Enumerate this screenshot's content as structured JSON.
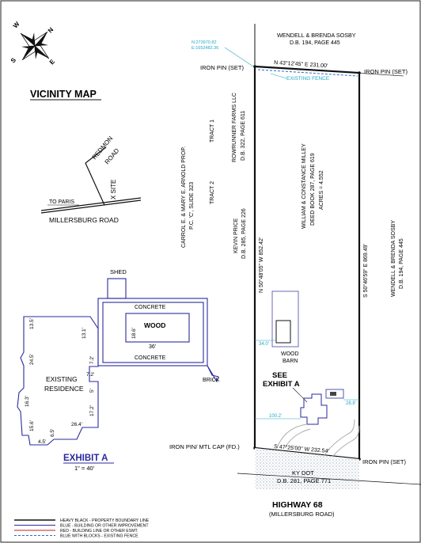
{
  "compass": {
    "n": "N",
    "s": "S",
    "e": "E",
    "w": "W"
  },
  "vicinity": {
    "title": "VICINITY MAP",
    "road_redmon_1": "REDMON",
    "road_redmon_2": "ROAD",
    "site": "X SITE",
    "to_paris": "TO PARIS",
    "millersburg": "MILLERSBURG ROAD"
  },
  "coords": {
    "n": "N:273970.82",
    "e": "E:1652482.36"
  },
  "owners": {
    "north_1": "WENDELL & BRENDA SOSBY",
    "north_2": "D.B. 194, PAGE 445",
    "east_1": "WENDELL & BRENDA SOSBY",
    "east_2": "D.B. 194, PAGE 445",
    "rowrunner_1": "ROWRUNNER FARMS LLC",
    "rowrunner_2": "D.B. 322, PAGE 611",
    "tract1": "TRACT 1",
    "tract2": "TRACT 2",
    "arnold_1": "CARROL E. & MARY E. ARNOLD PROP.",
    "arnold_2": "P.C. 'C', SLIDE 323",
    "price_1": "KEVIN PRICE",
    "price_2": "D.B. 285, PAGE 226",
    "subject_1": "WILLIAM & CONSTANCE MILLEY",
    "subject_2": "DEED BOOK 287, PAGE 619",
    "subject_3": "ACRES = 4.552"
  },
  "pins": {
    "nw": "IRON PIN (SET)",
    "ne": "IRON PIN (SET)",
    "sw": "IRON PIN/ MTL CAP (FD.)",
    "se": "IRON PIN (SET)"
  },
  "bearings": {
    "north": "N 43°12'45\" E     231.00'",
    "west": "N 50°48'05\" W     852.42'",
    "east": "S 50°46'59\" E     869.49'",
    "south": "S 47°25'00\" W     232.54'"
  },
  "fence": "EXISTING FENCE",
  "barn": {
    "label_1": "WOOD",
    "label_2": "BARN",
    "dist": "34.0'"
  },
  "see_exhibit_1": "SEE",
  "see_exhibit_2": "EXHIBIT A",
  "dims_site": {
    "d1": "100.2'",
    "d2": "28.8'"
  },
  "kydot": {
    "line1": "KY DOT",
    "line2": "D.B. 281, PAGE 771"
  },
  "highway": {
    "line1": "HIGHWAY 68",
    "line2": "(MILLERSBURG ROAD)"
  },
  "exhibit": {
    "shed": "SHED",
    "concrete_top": "CONCRETE",
    "concrete_bottom": "CONCRETE",
    "wood": "WOOD",
    "wood_w": "36'",
    "wood_h": "18.6'",
    "brick": "BRICK",
    "residence_1": "EXISTING",
    "residence_2": "RESIDENCE",
    "d_13_5": "13.5'",
    "d_13_1": "13.1'",
    "d_24_5": "24.5'",
    "d_7_2": "7.2'",
    "d_7_2b": "7.2'",
    "d_5": "5'",
    "d_16_3": "16.3'",
    "d_17_2": "17.2'",
    "d_26_4": "26.4'",
    "d_15_6": "15.6'",
    "d_6_5": "6.5'",
    "d_4_5": "4.5'",
    "title": "EXHIBIT A",
    "scale": "1\" = 40'"
  },
  "legend": [
    {
      "text": "HEAVY BLACK - PROPERTY BOUNDARY LINE",
      "color": "#111111"
    },
    {
      "text": "BLUE - BUILDING OR OTHER IMPROVEMENT",
      "color": "#2a2aa0"
    },
    {
      "text": "RED - BUILDING LINE OR OTHER ESMT.",
      "color": "#c02020"
    },
    {
      "text": "BLUE WITH BLOCKS - EXISTING FENCE",
      "color": "#2a6ad0"
    }
  ],
  "colors": {
    "boundary": "#111111",
    "building": "#2a2aa0",
    "accent": "#22a7c9",
    "fence": "#2a6ad0"
  }
}
